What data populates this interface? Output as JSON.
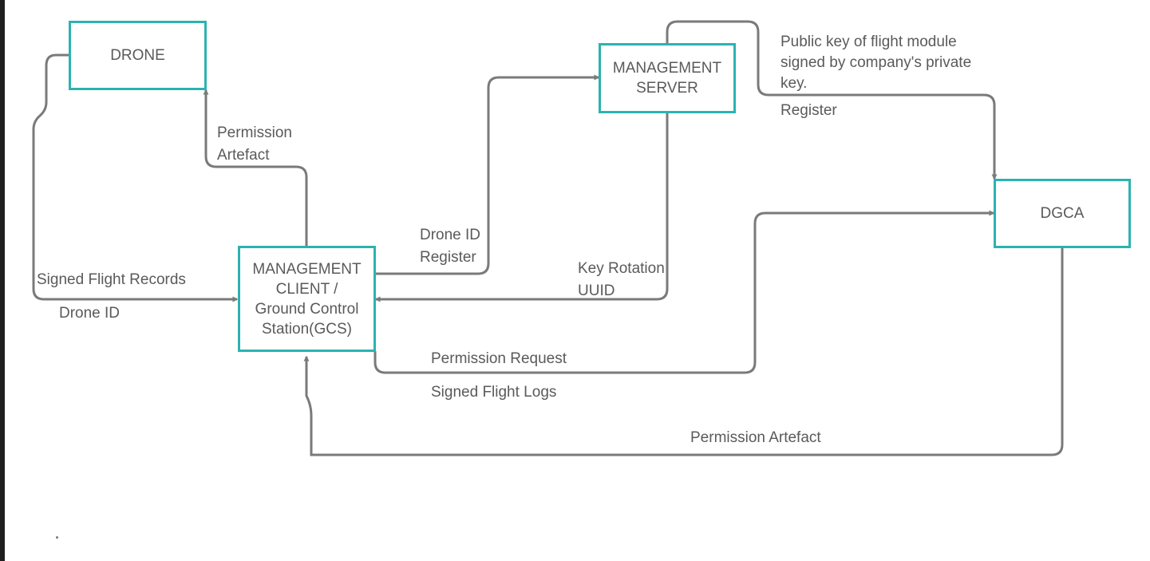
{
  "nodes": {
    "drone": "DRONE",
    "management_server_line1": "MANAGEMENT",
    "management_server_line2": "SERVER",
    "dgca": "DGCA",
    "gcs_line1": "MANAGEMENT",
    "gcs_line2": "CLIENT /",
    "gcs_line3": "Ground Control",
    "gcs_line4": "Station(GCS)"
  },
  "edges": {
    "permission_artefact_to_drone_line1": "Permission",
    "permission_artefact_to_drone_line2": "Artefact",
    "signed_flight_records": "Signed Flight Records",
    "drone_id_from_drone": "Drone ID",
    "drone_id_register_line1": "Drone ID",
    "drone_id_register_line2": "Register",
    "key_rotation": "Key Rotation",
    "uuid": "UUID",
    "public_key_line1": "Public key of flight module",
    "public_key_line2": "signed by company's private",
    "public_key_line3": "key.",
    "register": "Register",
    "permission_request": "Permission Request",
    "signed_flight_logs": "Signed Flight Logs",
    "permission_artefact_from_dgca": "Permission Artefact"
  },
  "colors": {
    "node_border": "#2bb3b0",
    "connector": "#7a7a7a",
    "text": "#5a5a5a"
  }
}
